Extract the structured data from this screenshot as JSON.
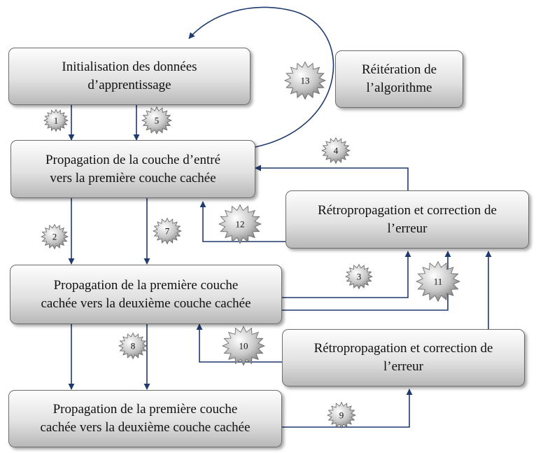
{
  "boxes": {
    "init": "Initialisation des données\nd’apprentissage",
    "reiteration": "Réitération de\nl’algorithme",
    "prop_input": "Propagation de la couche d’entré\nvers la première couche cachée",
    "retro_1": "Rétropropagation et correction de\nl’erreur",
    "prop_hidden_1": "Propagation de la première couche\ncachée vers la deuxième couche cachée",
    "retro_2": "Rétropropagation et correction de\nl’erreur",
    "prop_hidden_2": "Propagation de la première couche\ncachée vers la deuxième couche cachée"
  },
  "steps": [
    "1",
    "2",
    "3",
    "4",
    "5",
    "7",
    "8",
    "9",
    "10",
    "11",
    "12",
    "13"
  ],
  "colors": {
    "arrow": "#1f3a6e",
    "badge_fill": "#9a9a9a",
    "box_border": "#6e6e6e"
  }
}
